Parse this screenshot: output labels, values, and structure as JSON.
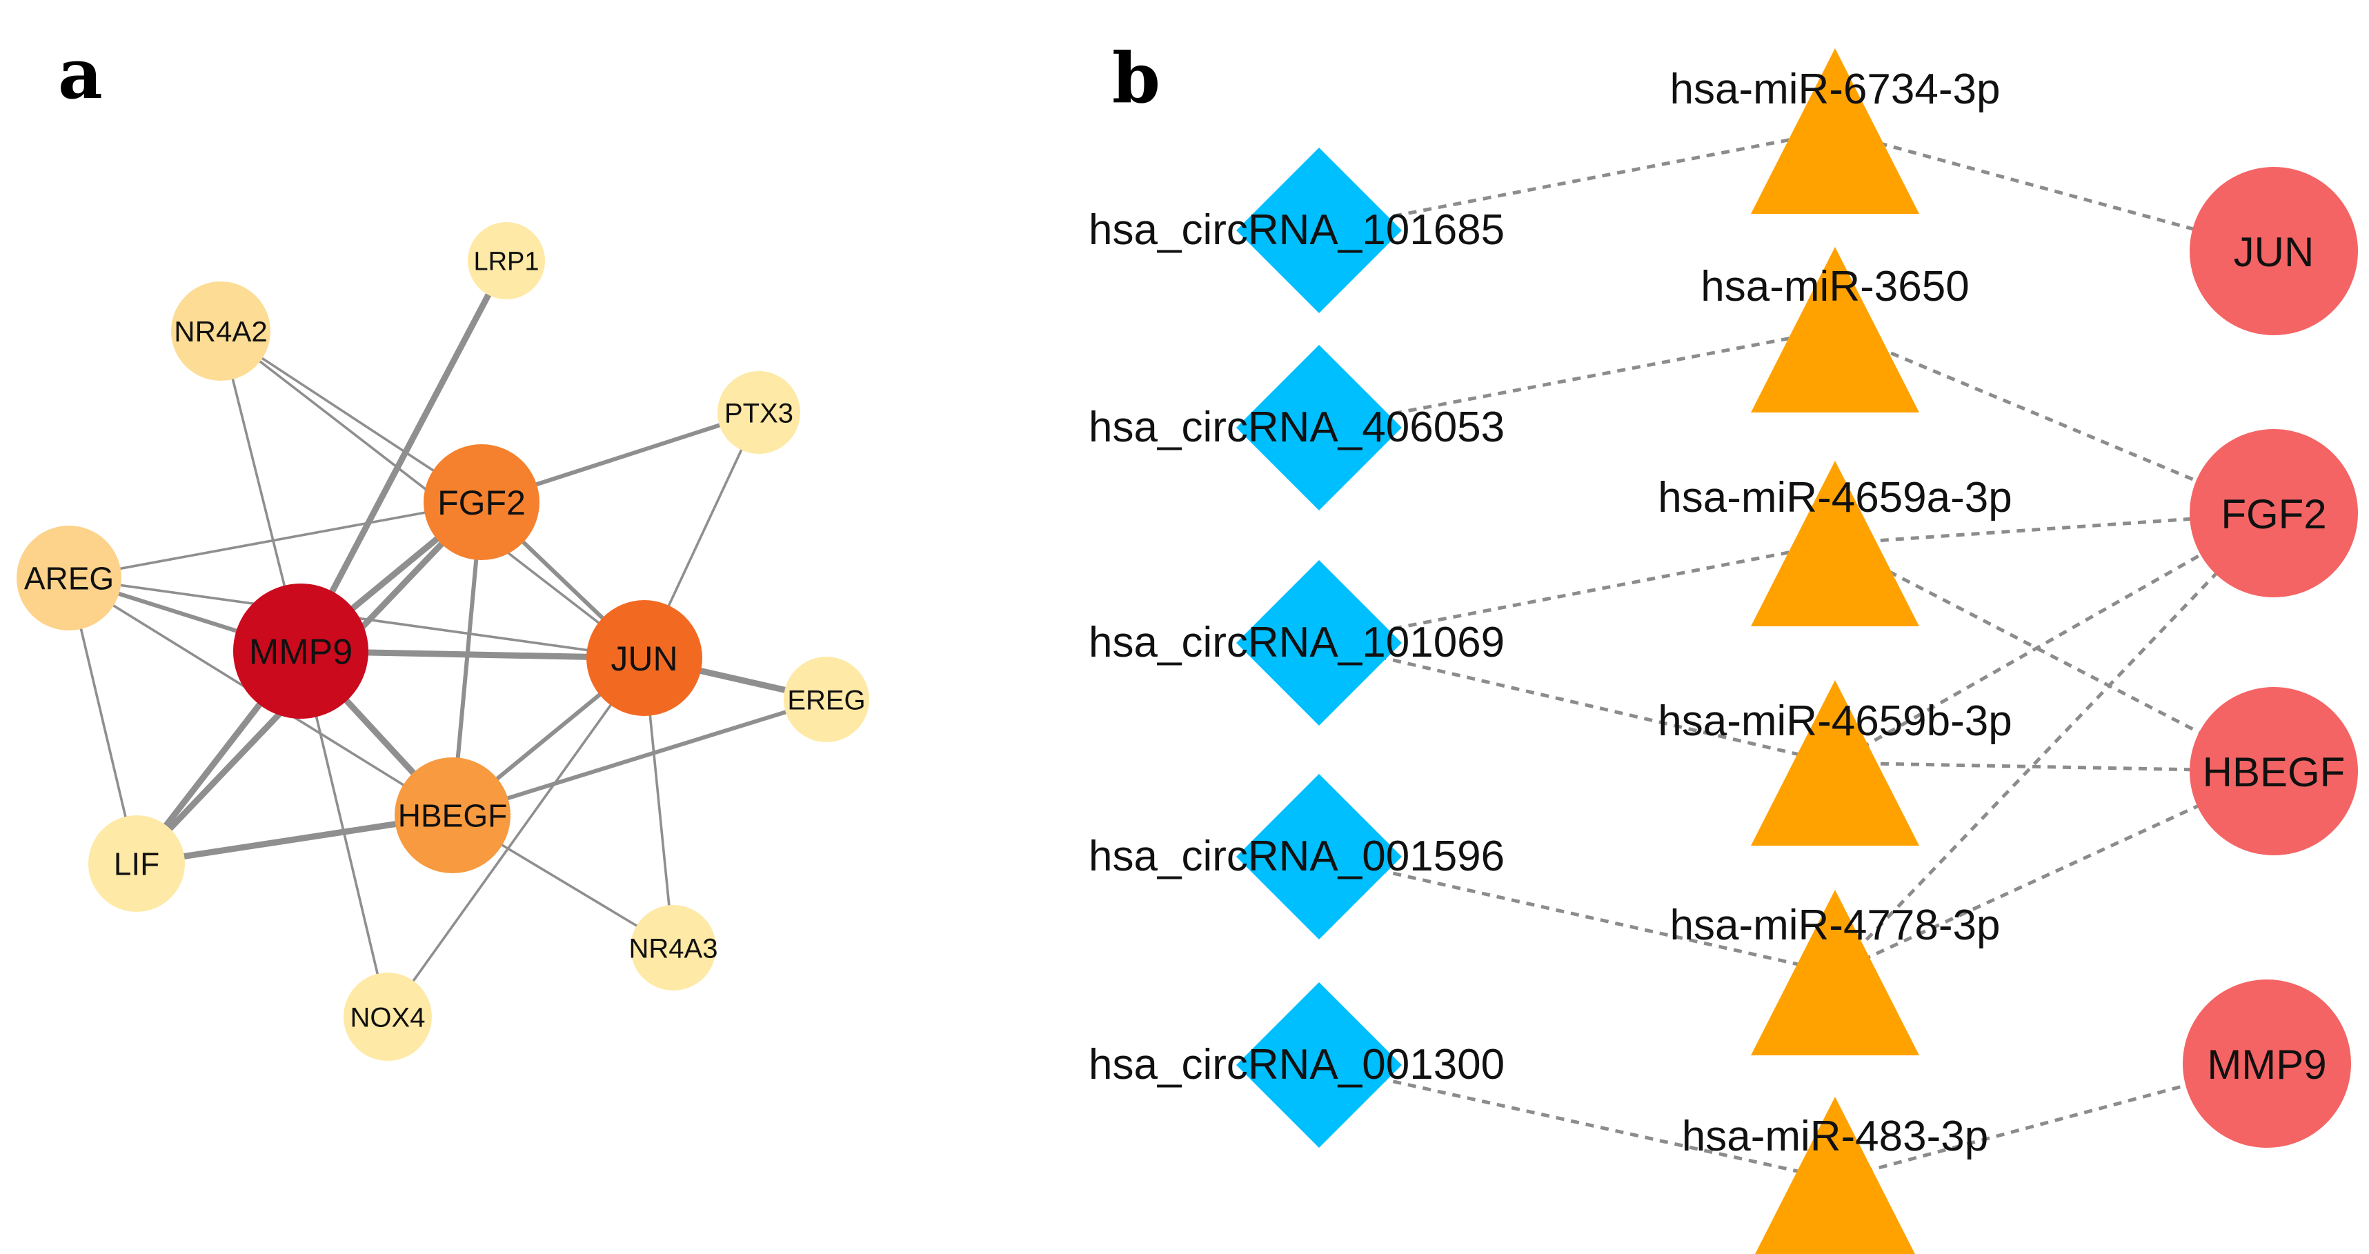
{
  "panels": {
    "a": "a",
    "b": "b"
  },
  "colors": {
    "edge": "#8f8f8f",
    "circrna": "#00bfff",
    "mirna": "#ffa200",
    "target": "#f46464"
  },
  "network_a": {
    "nodes": [
      {
        "id": "MMP9",
        "label": "MMP9",
        "color": "#cc0a1e"
      },
      {
        "id": "FGF2",
        "label": "FGF2",
        "color": "#f5812e"
      },
      {
        "id": "JUN",
        "label": "JUN",
        "color": "#f26a22"
      },
      {
        "id": "HBEGF",
        "label": "HBEGF",
        "color": "#f79a40"
      },
      {
        "id": "AREG",
        "label": "AREG",
        "color": "#fdd28a"
      },
      {
        "id": "NR4A2",
        "label": "NR4A2",
        "color": "#fddc95"
      },
      {
        "id": "LRP1",
        "label": "LRP1",
        "color": "#fee9a6"
      },
      {
        "id": "PTX3",
        "label": "PTX3",
        "color": "#fee9a6"
      },
      {
        "id": "EREG",
        "label": "EREG",
        "color": "#fee9a6"
      },
      {
        "id": "LIF",
        "label": "LIF",
        "color": "#fee9a6"
      },
      {
        "id": "NOX4",
        "label": "NOX4",
        "color": "#fee9a6"
      },
      {
        "id": "NR4A3",
        "label": "NR4A3",
        "color": "#fee9a6"
      }
    ],
    "edges": [
      [
        "MMP9",
        "FGF2",
        "heavy"
      ],
      [
        "MMP9",
        "JUN",
        "heavy"
      ],
      [
        "MMP9",
        "HBEGF",
        "heavy"
      ],
      [
        "MMP9",
        "LRP1",
        "heavy"
      ],
      [
        "MMP9",
        "LIF",
        "heavy"
      ],
      [
        "MMP9",
        "AREG",
        "medium"
      ],
      [
        "MMP9",
        "NOX4",
        "thin"
      ],
      [
        "MMP9",
        "NR4A2",
        "thin"
      ],
      [
        "FGF2",
        "PTX3",
        "medium"
      ],
      [
        "FGF2",
        "JUN",
        "medium"
      ],
      [
        "FGF2",
        "HBEGF",
        "medium"
      ],
      [
        "FGF2",
        "AREG",
        "thin"
      ],
      [
        "FGF2",
        "LIF",
        "heavy"
      ],
      [
        "FGF2",
        "NR4A2",
        "thin"
      ],
      [
        "JUN",
        "HBEGF",
        "medium"
      ],
      [
        "JUN",
        "EREG",
        "heavy"
      ],
      [
        "JUN",
        "NOX4",
        "thin"
      ],
      [
        "JUN",
        "NR4A3",
        "thin"
      ],
      [
        "JUN",
        "AREG",
        "thin"
      ],
      [
        "JUN",
        "PTX3",
        "thin"
      ],
      [
        "JUN",
        "NR4A2",
        "thin"
      ],
      [
        "HBEGF",
        "LIF",
        "heavy"
      ],
      [
        "HBEGF",
        "EREG",
        "medium"
      ],
      [
        "HBEGF",
        "AREG",
        "thin"
      ],
      [
        "HBEGF",
        "NR4A3",
        "thin"
      ],
      [
        "LIF",
        "AREG",
        "thin"
      ]
    ]
  },
  "network_b": {
    "circrnas": [
      {
        "id": "c1",
        "label": "hsa_circRNA_101685"
      },
      {
        "id": "c2",
        "label": "hsa_circRNA_406053"
      },
      {
        "id": "c3",
        "label": "hsa_circRNA_101069"
      },
      {
        "id": "c4",
        "label": "hsa_circRNA_001596"
      },
      {
        "id": "c5",
        "label": "hsa_circRNA_001300"
      }
    ],
    "mirnas": [
      {
        "id": "m1",
        "label": "hsa-miR-6734-3p"
      },
      {
        "id": "m2",
        "label": "hsa-miR-3650"
      },
      {
        "id": "m3",
        "label": "hsa-miR-4659a-3p"
      },
      {
        "id": "m4",
        "label": "hsa-miR-4659b-3p"
      },
      {
        "id": "m5",
        "label": "hsa-miR-4778-3p"
      },
      {
        "id": "m6",
        "label": "hsa-miR-483-3p"
      }
    ],
    "targets": [
      {
        "id": "t1",
        "label": "JUN"
      },
      {
        "id": "t2",
        "label": "FGF2"
      },
      {
        "id": "t3",
        "label": "HBEGF"
      },
      {
        "id": "t4",
        "label": "MMP9"
      }
    ],
    "edges": [
      [
        "c1",
        "m1"
      ],
      [
        "c2",
        "m2"
      ],
      [
        "c3",
        "m3"
      ],
      [
        "c3",
        "m4"
      ],
      [
        "c4",
        "m5"
      ],
      [
        "c5",
        "m6"
      ],
      [
        "m1",
        "t1"
      ],
      [
        "m2",
        "t2"
      ],
      [
        "m3",
        "t2"
      ],
      [
        "m3",
        "t3"
      ],
      [
        "m4",
        "t2"
      ],
      [
        "m4",
        "t3"
      ],
      [
        "m5",
        "t2"
      ],
      [
        "m5",
        "t3"
      ],
      [
        "m6",
        "t4"
      ]
    ]
  }
}
